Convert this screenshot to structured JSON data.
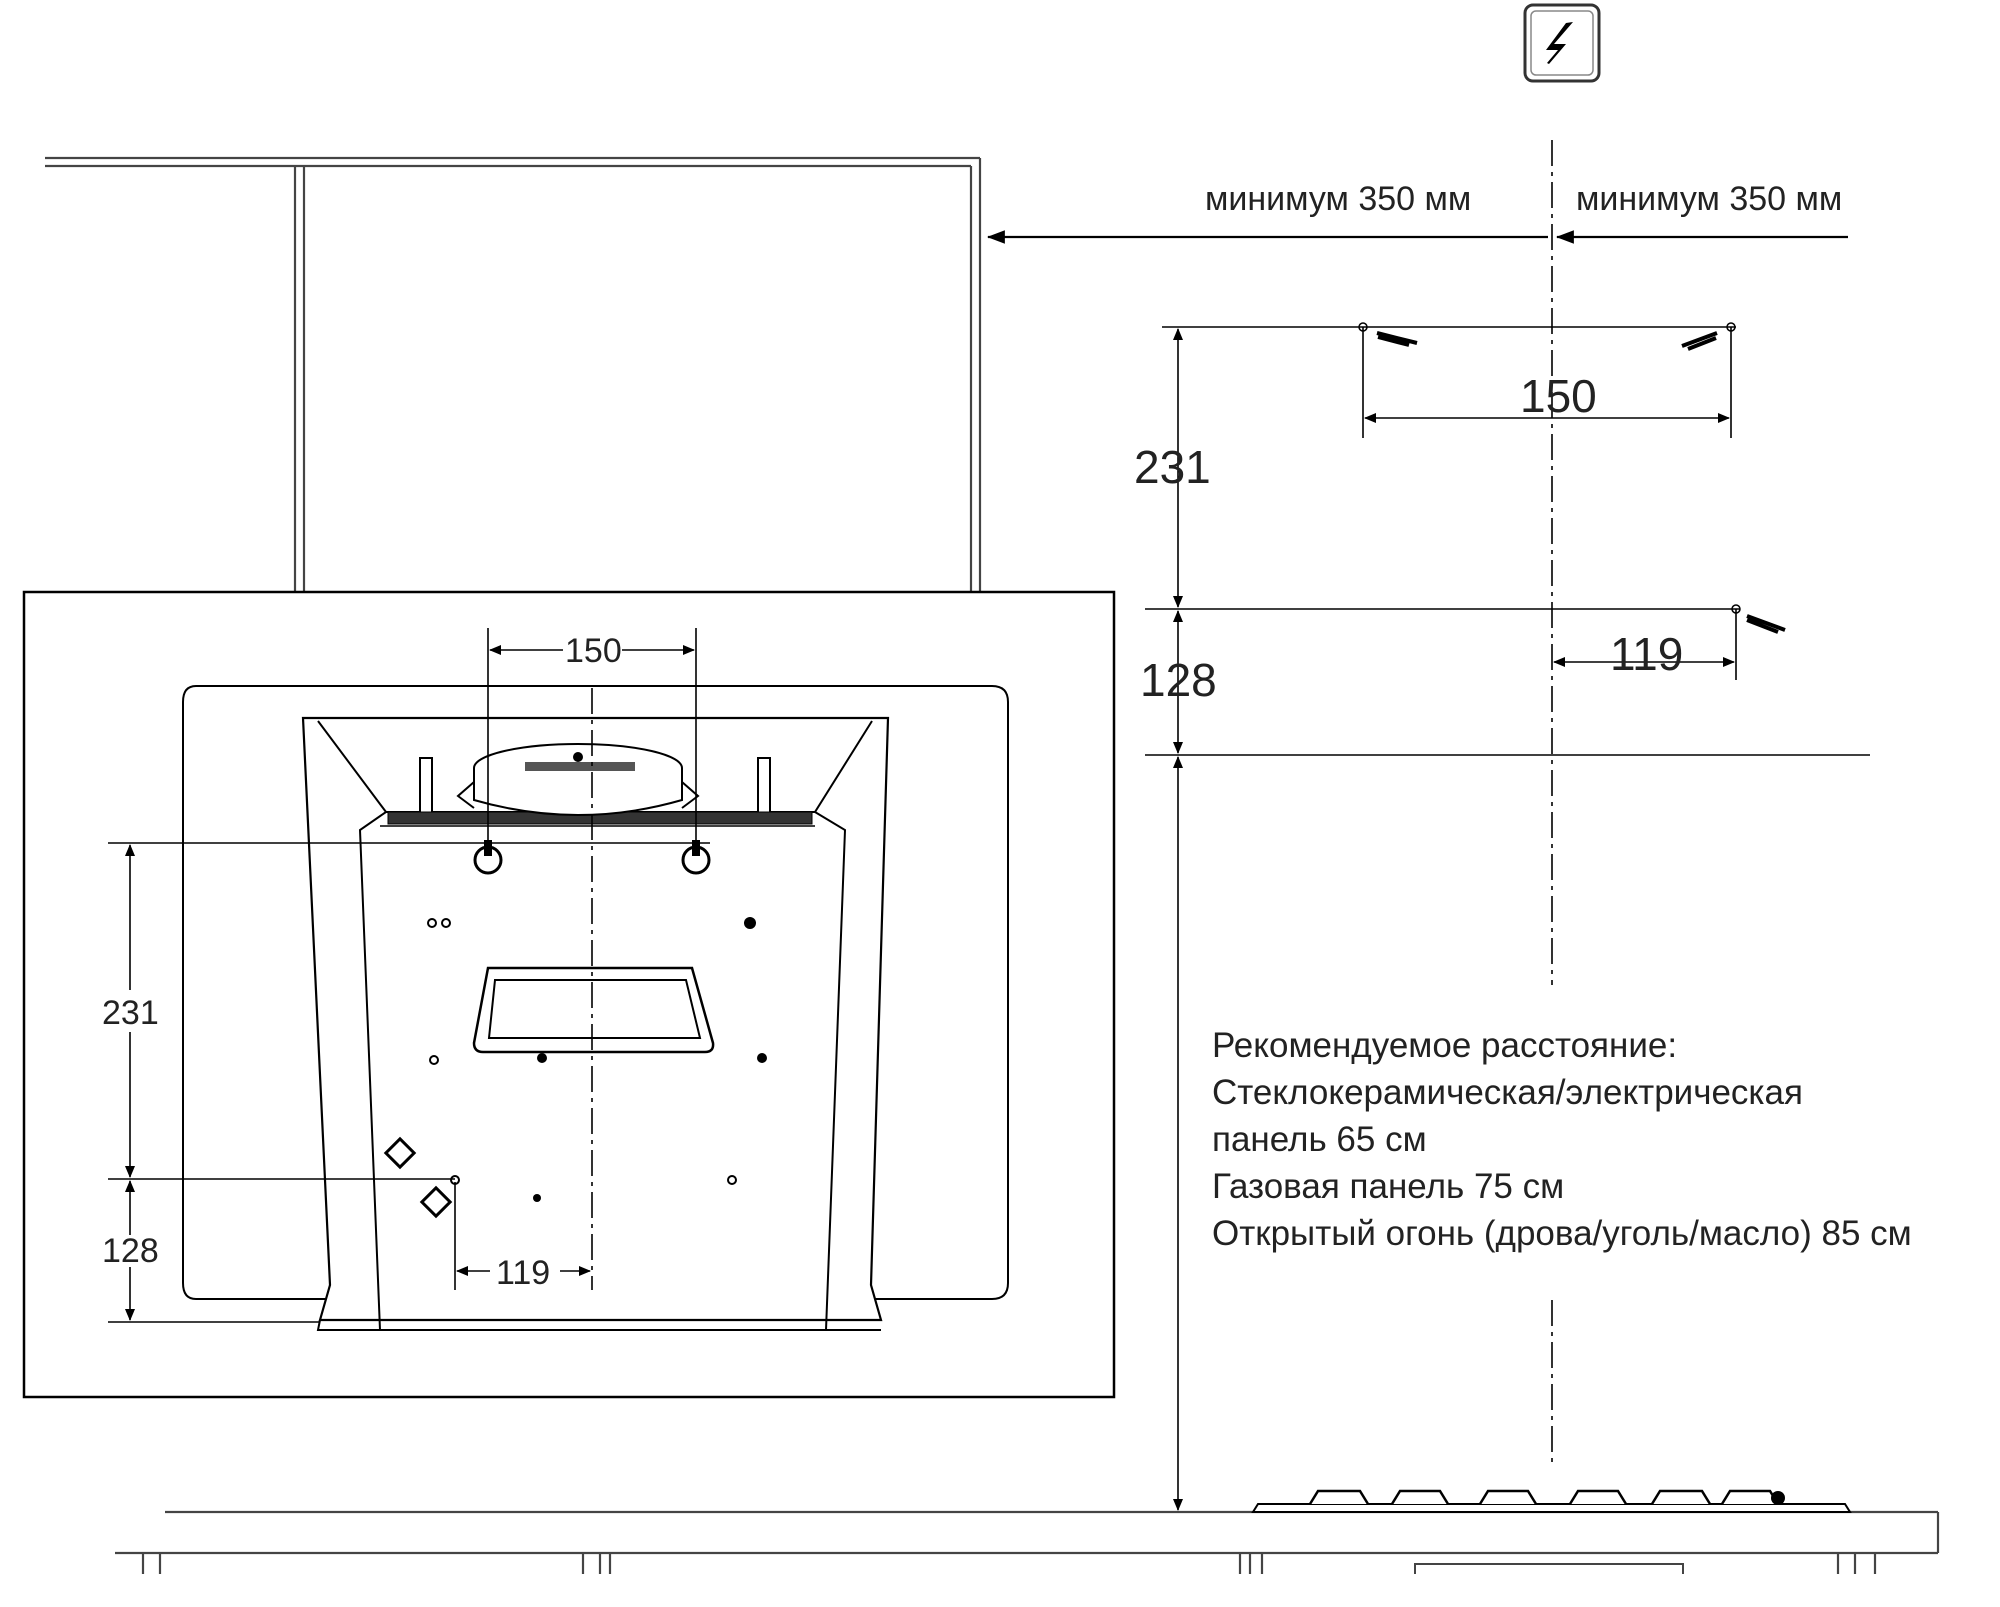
{
  "top_dimensions": {
    "left_label": "минимум  350 мм",
    "right_label": "минимум  350 мм"
  },
  "wall_drawing": {
    "holes_spacing": "150",
    "height_upper": "231",
    "height_lower": "128",
    "offset": "119"
  },
  "hood_drawing": {
    "holes_spacing": "150",
    "height_upper": "231",
    "height_lower": "128",
    "offset": "119"
  },
  "recommendation": {
    "heading": "Рекомендуемое расстояние:",
    "line1": "Стеклокерамическая/электрическая",
    "line2": "панель 65 см",
    "line3": "Газовая панель 75 см",
    "line4": "Открытый огонь (дрова/уголь/масло) 85 см"
  },
  "icons": [
    "electric-outlet-icon",
    "screw-icon"
  ]
}
